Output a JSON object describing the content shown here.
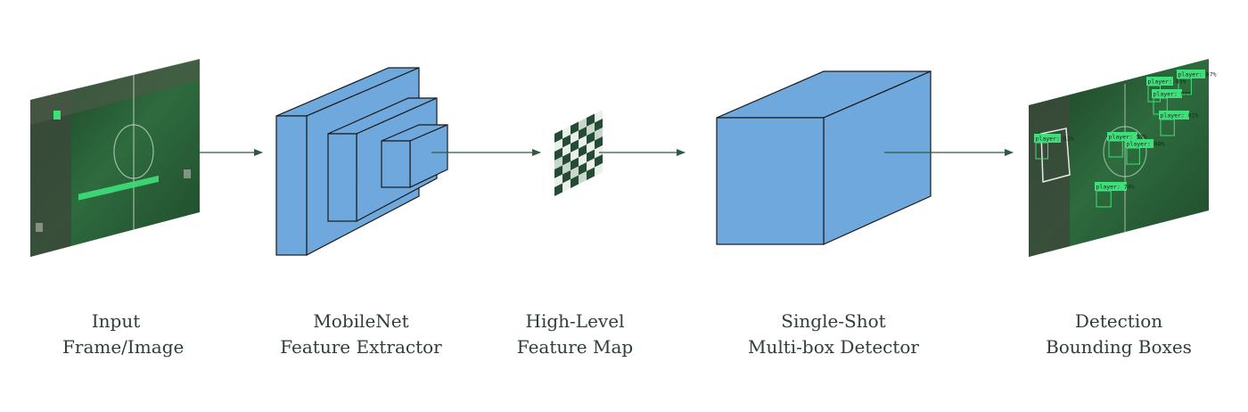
{
  "stages": [
    {
      "id": "input",
      "line1": "Input",
      "line2": "Frame/Image"
    },
    {
      "id": "mobilenet",
      "line1": "MobileNet",
      "line2": "Feature Extractor"
    },
    {
      "id": "featuremap",
      "line1": "High-Level",
      "line2": "Feature Map"
    },
    {
      "id": "ssd",
      "line1": "Single-Shot",
      "line2": "Multi-box Detector"
    },
    {
      "id": "output",
      "line1": "Detection",
      "line2": "Bounding Boxes"
    }
  ],
  "detection_labels": [
    "player: 62%",
    "player: 90%",
    "player: 87%",
    "player: 57%",
    "player: 81%",
    "player: 74%",
    "player: 68%",
    "player: 85%"
  ],
  "colors": {
    "block_fill": "#6fa8dc",
    "block_stroke": "#1a1a1a",
    "arrow": "#2d5a40",
    "pitch_dark": "#1f4a2c",
    "pitch_light": "#2e6b3e",
    "detection_green": "#3ee07a",
    "label_text": "#2f3f36"
  }
}
